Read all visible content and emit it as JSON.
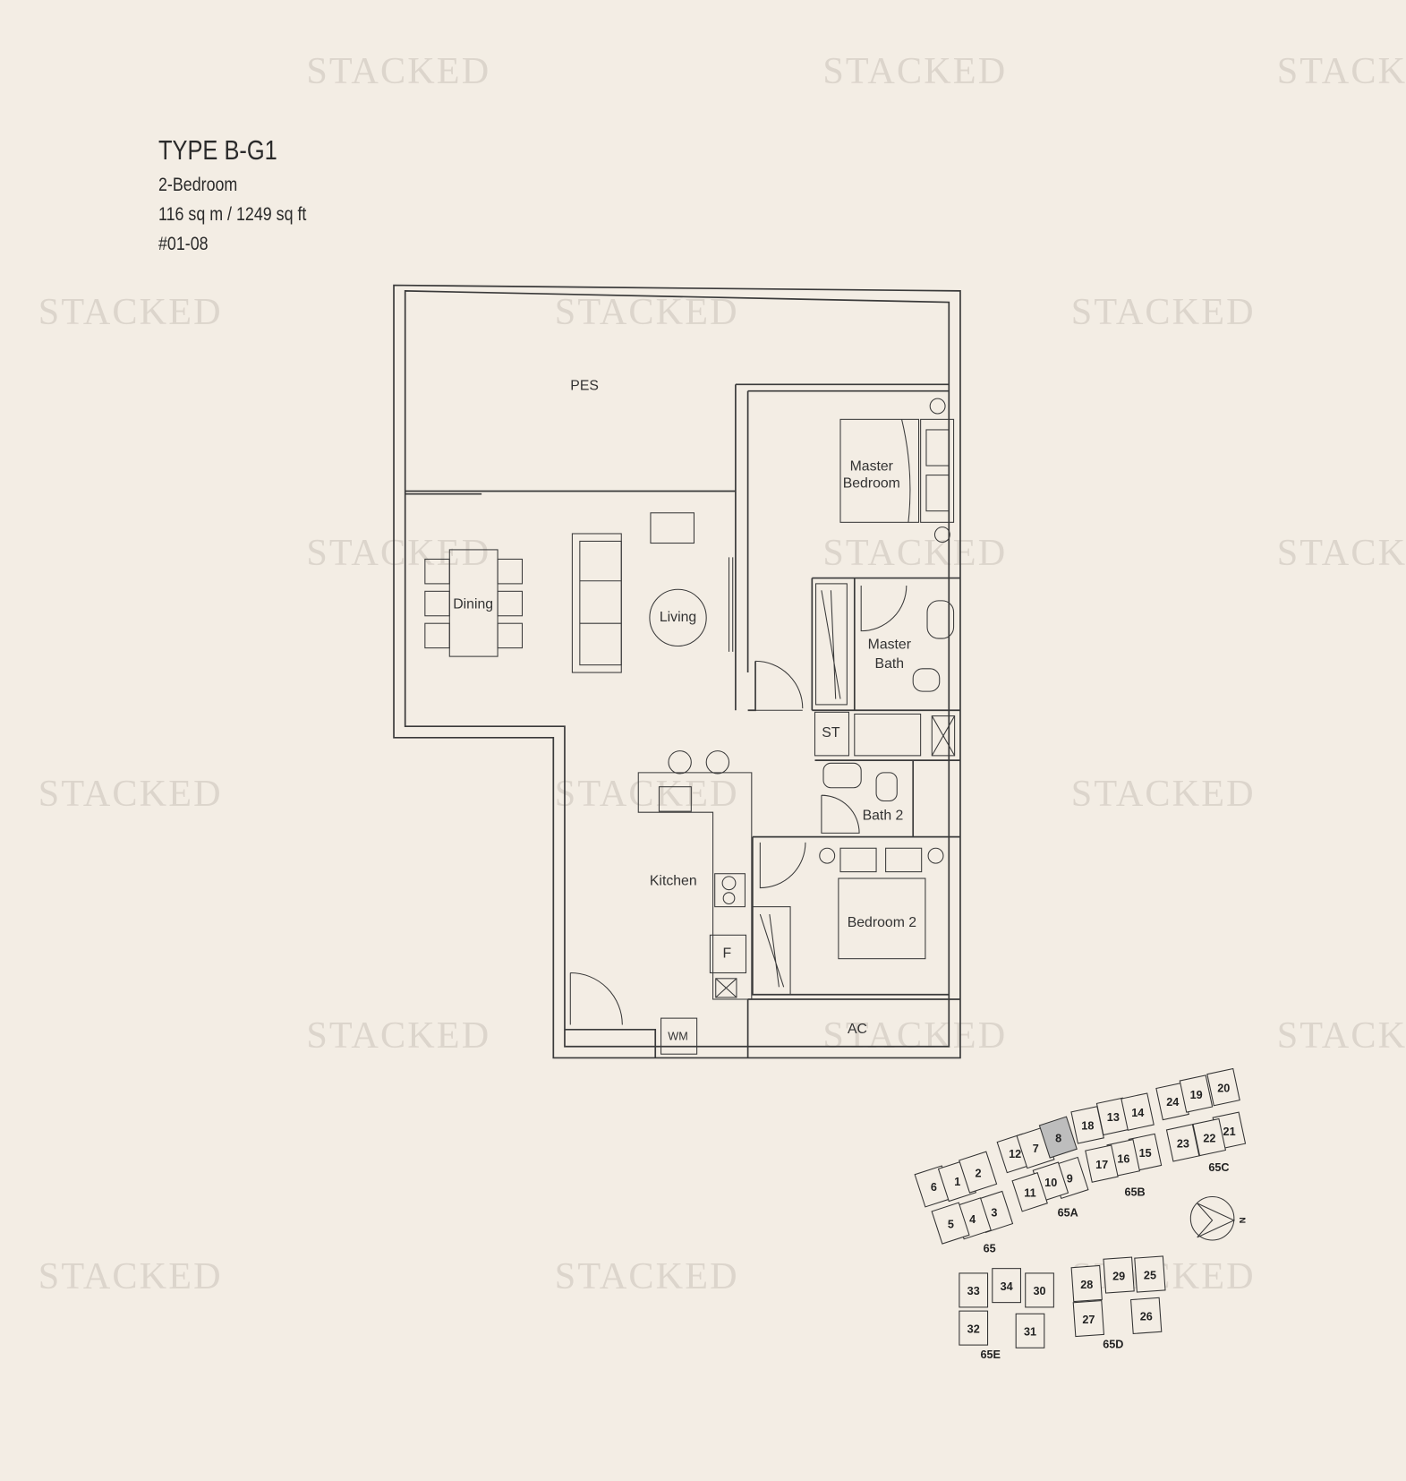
{
  "watermark": "STACKED",
  "header": {
    "title": "TYPE B-G1",
    "bedrooms": "2-Bedroom",
    "area": "116 sq m / 1249 sq ft",
    "unit": "#01-08"
  },
  "rooms": {
    "pes": "PES",
    "master_bedroom_1": "Master",
    "master_bedroom_2": "Bedroom",
    "dining": "Dining",
    "living": "Living",
    "master_bath_1": "Master",
    "master_bath_2": "Bath",
    "st": "ST",
    "bath2": "Bath  2",
    "kitchen": "Kitchen",
    "bedroom2": "Bedroom  2",
    "fridge": "F",
    "wm": "WM",
    "ac": "AC"
  },
  "key_plan": {
    "highlighted_unit": "8",
    "highlight_color": "#bdbdbd",
    "units": [
      "6",
      "1",
      "2",
      "12",
      "7",
      "8",
      "18",
      "13",
      "14",
      "24",
      "19",
      "20",
      "21",
      "22",
      "23",
      "15",
      "16",
      "17",
      "9",
      "10",
      "11",
      "3",
      "4",
      "5",
      "33",
      "34",
      "30",
      "32",
      "31",
      "28",
      "29",
      "25",
      "27",
      "26"
    ],
    "blocks": [
      "65",
      "65A",
      "65B",
      "65C",
      "65D",
      "65E"
    ],
    "north_label": "N"
  }
}
